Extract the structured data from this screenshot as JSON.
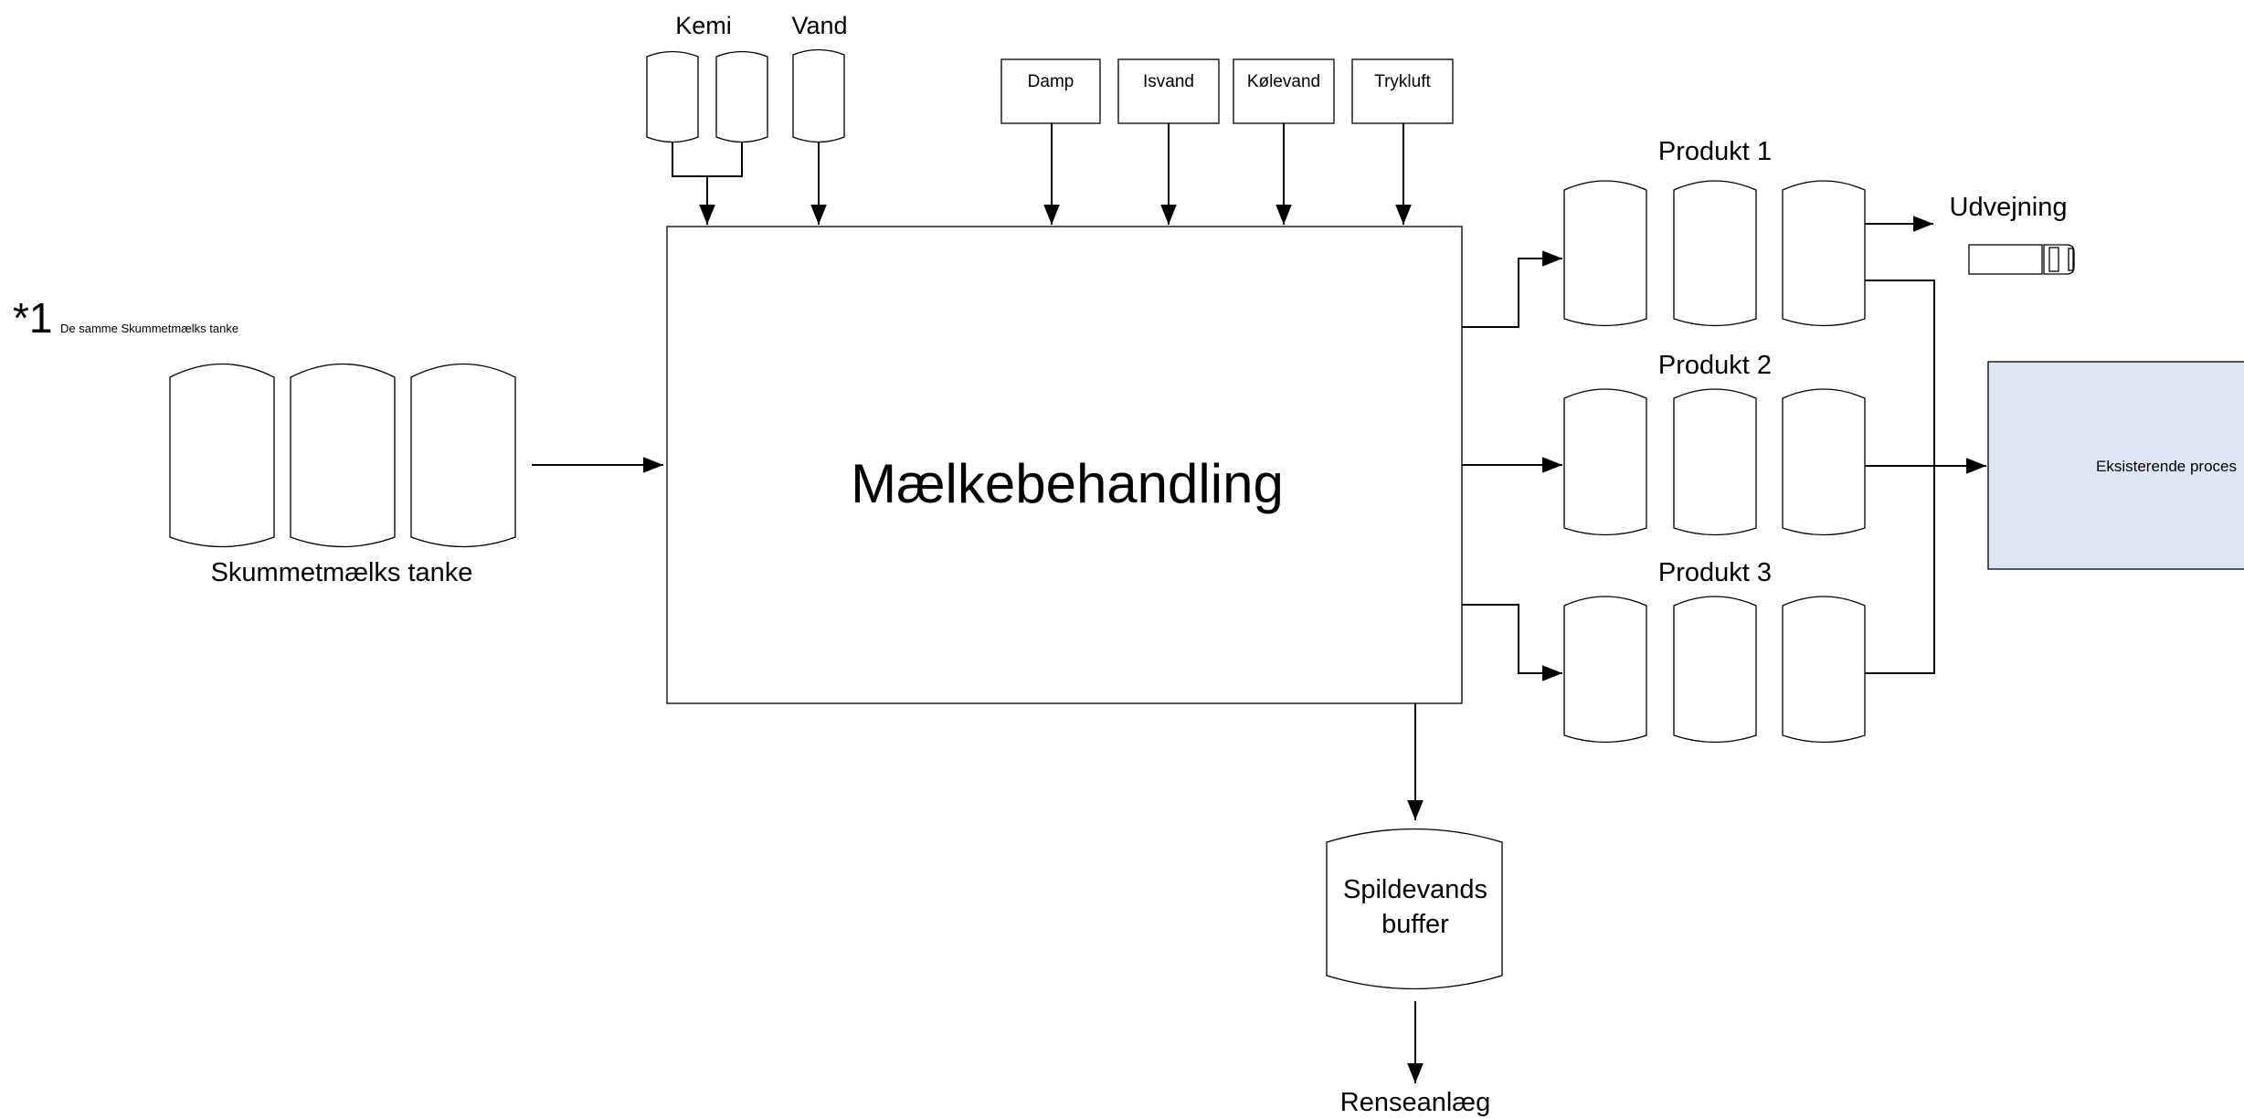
{
  "footnote": {
    "marker": "*1",
    "text": "De samme Skummetmælks tanke"
  },
  "source_tanks": {
    "label": "Skummetmælks tanke"
  },
  "chemicals": {
    "kemi_label": "Kemi",
    "vand_label": "Vand"
  },
  "utilities": {
    "damp": "Damp",
    "isvand": "Isvand",
    "kolevand": "Kølevand",
    "trykluft": "Trykluft"
  },
  "main_process": {
    "label": "Mælkebehandling"
  },
  "products": {
    "p1": "Produkt 1",
    "p2": "Produkt 2",
    "p3": "Produkt 3"
  },
  "weighing": {
    "label": "Udvejning"
  },
  "existing_process": {
    "label": "Eksisterende proces",
    "fill": "#dde6f2"
  },
  "waste_buffer": {
    "line1": "Spildevands",
    "line2": "buffer"
  },
  "treatment": {
    "label": "Renseanlæg"
  }
}
